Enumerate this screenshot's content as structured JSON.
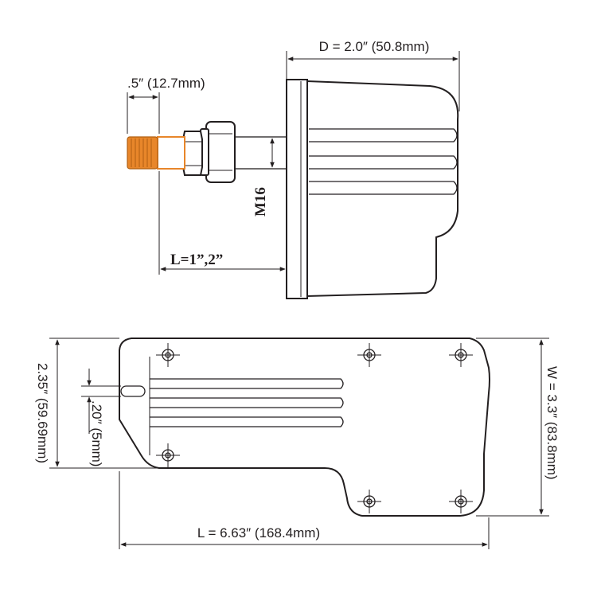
{
  "labels": {
    "depth": "D = 2.0″ (50.8mm)",
    "stud_end": ".5″ (12.7mm)",
    "thread": "M16",
    "shaft_length": "L=1”,2”",
    "width_short": "2.35″ (59.69mm)",
    "slot": ".20″ (5mm)",
    "width_total": "W = 3.3″ (83.8mm)",
    "length_total": "L = 6.63″ (168.4mm)"
  },
  "colors": {
    "line": "#231f20",
    "brass": "#e8862a",
    "background": "#ffffff"
  }
}
